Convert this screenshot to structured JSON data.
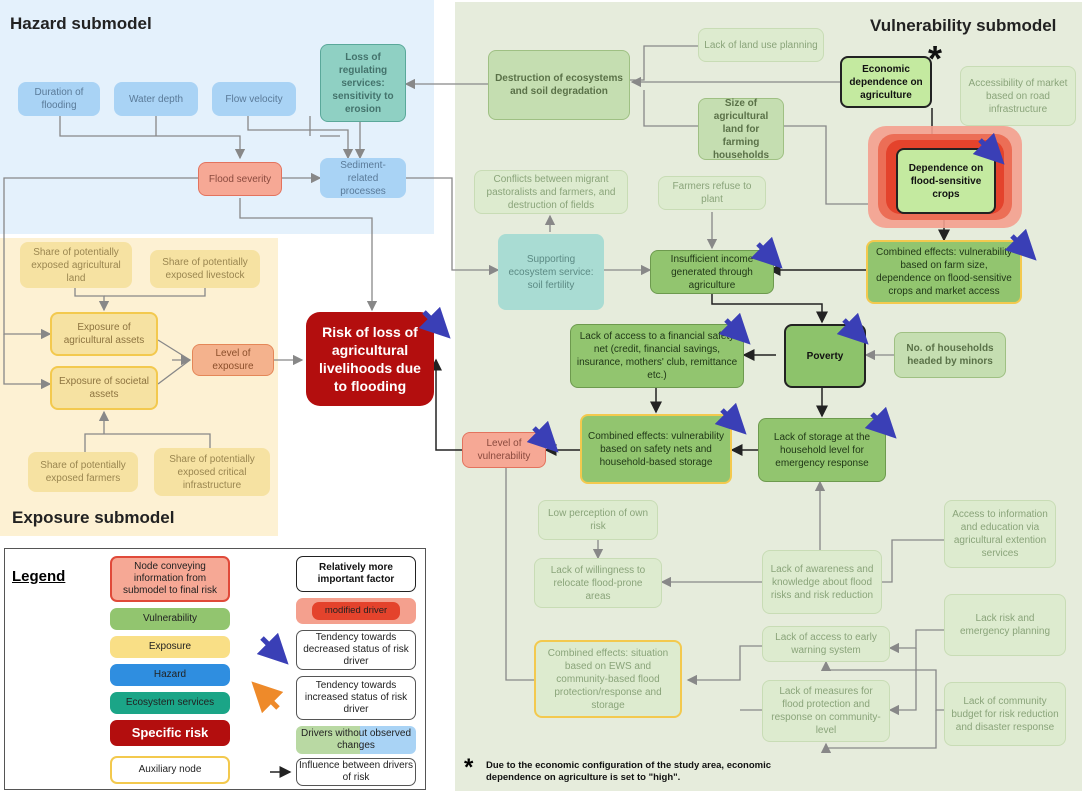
{
  "regions": {
    "hazard_title": "Hazard submodel",
    "exposure_title": "Exposure submodel",
    "vulnerability_title": "Vulnerability submodel"
  },
  "nodes": {
    "duration": "Duration of flooding",
    "water_depth": "Water depth",
    "flow_velocity": "Flow velocity",
    "loss_regulating": "Loss of regulating services: sensitivity to erosion",
    "flood_severity": "Flood severity",
    "sediment": "Sediment-related processes",
    "share_ag_land": "Share of potentially exposed agricultural land",
    "share_livestock": "Share of potentially exposed livestock",
    "exposure_ag": "Exposure of agricultural assets",
    "exposure_soc": "Exposure of societal assets",
    "level_exposure": "Level of exposure",
    "share_farmers": "Share of potentially exposed farmers",
    "share_infra": "Share of potentially exposed critical infrastructure",
    "risk": "Risk of loss of agricultural livelihoods due to flooding",
    "destruction": "Destruction of ecosystems and soil degradation",
    "lack_land_use": "Lack of land use planning",
    "econ_dependence": "Economic dependence on agriculture",
    "access_market": "Accessibility of market based on road infrastructure",
    "size_land": "Size of agricultural land for farming households",
    "dependence_crops": "Dependence on flood-sensitive crops",
    "conflicts": "Conflicts between migrant pastoralists and farmers, and destruction of fields",
    "farmers_refuse": "Farmers refuse to plant",
    "supporting": "Supporting ecosystem service: soil fertility",
    "insufficient_income": "Insufficient income generated through agriculture",
    "combined_farm": "Combined effects: vulnerability based on farm size, dependence on flood-sensitive crops and market access",
    "lack_financial": "Lack of access to a financial safety net (credit, financial savings, insurance, mothers' club, remittance etc.)",
    "poverty": "Poverty",
    "households_minors": "No. of households headed by minors",
    "level_vulnerability": "Level of vulnerability",
    "combined_safety": "Combined effects: vulnerability based on safety nets and household-based storage",
    "lack_storage": "Lack of storage at the household level for emergency response",
    "low_perception": "Low perception of own risk",
    "access_info": "Access to information and education via agricultural extention services",
    "lack_willingness": "Lack of willingness to relocate flood-prone areas",
    "lack_awareness": "Lack of awareness and knowledge about flood risks and risk reduction",
    "lack_risk_planning": "Lack risk and emergency planning",
    "lack_early_warning": "Lack of access to early warning system",
    "combined_ews": "Combined effects: situation based on EWS and community-based flood protection/response and storage",
    "lack_measures": "Lack of measures for flood protection and response on community-level",
    "lack_budget": "Lack of community budget for risk reduction and disaster response"
  },
  "asterisk": "*",
  "footnote": "Due to the economic configuration of the study area, economic dependence on agriculture is set to \"high\".",
  "legend": {
    "title": "Legend",
    "node_conveying": "Node conveying information from submodel to final risk",
    "vulnerability": "Vulnerability",
    "exposure": "Exposure",
    "hazard": "Hazard",
    "ecosystem": "Ecosystem services",
    "specific_risk": "Specific risk",
    "auxiliary": "Auxiliary node",
    "important": "Relatively more important factor",
    "modified": "modified driver",
    "decreased": "Tendency towards decreased status of risk driver",
    "increased": "Tendency towards increased status of risk driver",
    "no_change": "Drivers without observed changes",
    "influence": "Influence between drivers of risk"
  },
  "colors": {
    "hazard_bg": "#e4f1fc",
    "exposure_bg": "#fdf1d3",
    "vulnerability_bg": "#e6ecdc",
    "risk": "#b30e0e",
    "trend_down_arrow": "#3a3fb6",
    "trend_up_arrow": "#ee8a2a"
  }
}
